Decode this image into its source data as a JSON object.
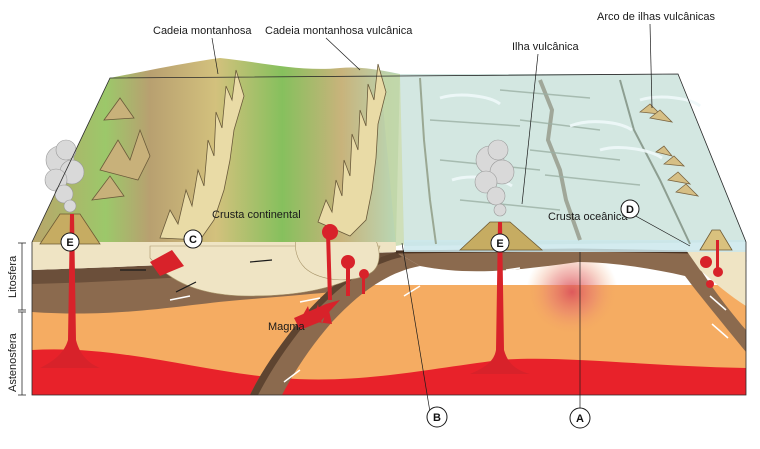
{
  "labels": {
    "mountains": "Cadeia montanhosa",
    "volcanic_mountains": "Cadeia montanhosa vulcânica",
    "island_arc": "Arco de ilhas vulcânicas",
    "volcanic_island": "Ilha vulcânica",
    "continental_crust": "Crusta continental",
    "oceanic_crust": "Crusta oceânica",
    "magma": "Magma",
    "lithosphere": "Litosfera",
    "asthenosphere": "Astenosfera"
  },
  "markers": {
    "A": "A",
    "B": "B",
    "C": "C",
    "D": "D",
    "E_left": "E",
    "E_center": "E"
  },
  "colors": {
    "asthenosphere": "#f5ac62",
    "asthenosphere_deep": "#e8222a",
    "lithosphere_mantle": "#8c6a4e",
    "continental_crust": "#efe4c4",
    "ocean_top": "#cfe3d6",
    "ocean_front": "#b9d4c8",
    "sea_surface": "#d7eef2",
    "land_green": "#95c468",
    "land_tan": "#c9b077",
    "magma": "#d8222a"
  }
}
